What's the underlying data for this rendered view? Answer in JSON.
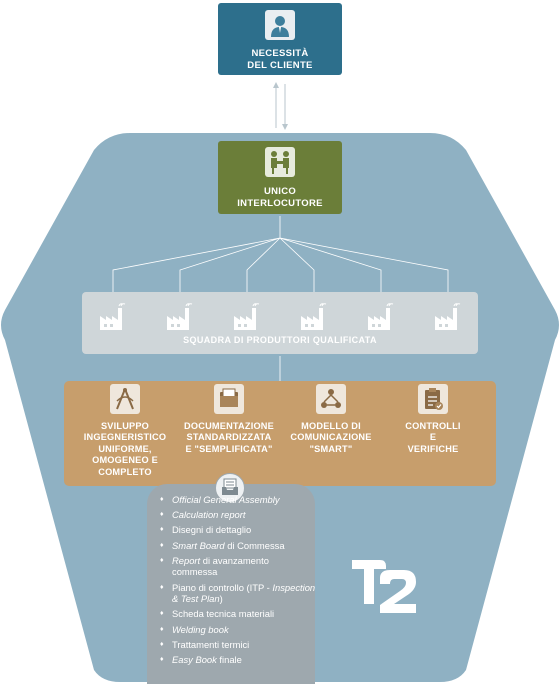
{
  "nodes": {
    "client": {
      "label": "NECESSITÀ\nDEL CLIENTE",
      "color": "#2d6f8c",
      "icon": "person-icon"
    },
    "single_contact": {
      "label": "UNICO\nINTERLOCUTORE",
      "color": "#6b7e39",
      "icon": "handshake-icon"
    },
    "team": {
      "label": "SQUADRA DI PRODUTTORI QUALIFICATA",
      "factory_icon": "factory-icon",
      "factory_count": 6
    }
  },
  "services": [
    {
      "label": "SVILUPPO\nINGEGNERISTICO\nUNIFORME,\nOMOGENEO E\nCOMPLETO",
      "icon": "drafting-icon"
    },
    {
      "label": "DOCUMENTAZIONE\nSTANDARDIZZATA\nE \"SEMPLIFICATA\"",
      "icon": "folder-icon"
    },
    {
      "label": "MODELLO DI\nCOMUNICAZIONE\n\"SMART\"",
      "icon": "network-icon"
    },
    {
      "label": "CONTROLLI\nE\nVERIFICHE",
      "icon": "checklist-icon"
    }
  ],
  "documents": {
    "icon": "document-tray-icon",
    "items": [
      [
        {
          "t": "Official General Assembly",
          "i": true
        }
      ],
      [
        {
          "t": "Calculation report",
          "i": true
        }
      ],
      [
        {
          "t": "Disegni di dettaglio",
          "i": false
        }
      ],
      [
        {
          "t": "Smart Board",
          "i": true
        },
        {
          "t": " di Commessa",
          "i": false
        }
      ],
      [
        {
          "t": "Report",
          "i": true
        },
        {
          "t": " di avanzamento commessa",
          "i": false
        }
      ],
      [
        {
          "t": "Piano di controllo (ITP - ",
          "i": false
        },
        {
          "t": "Inspection & Test Plan",
          "i": true
        },
        {
          "t": ")",
          "i": false
        }
      ],
      [
        {
          "t": "Scheda tecnica materiali",
          "i": false
        }
      ],
      [
        {
          "t": "Welding book",
          "i": true
        }
      ],
      [
        {
          "t": "Trattamenti termici",
          "i": false
        }
      ],
      [
        {
          "t": "Easy Book",
          "i": true
        },
        {
          "t": " finale",
          "i": false
        }
      ]
    ]
  },
  "logo": {
    "icon": "t2-logo",
    "color": "#ffffff"
  },
  "colors": {
    "hexagon": "#8fb1c3",
    "services_band": "#c79e6c",
    "team_band": "#cfd6d9",
    "documents_panel": "#9ea8ae",
    "connector": "#ffffff"
  }
}
